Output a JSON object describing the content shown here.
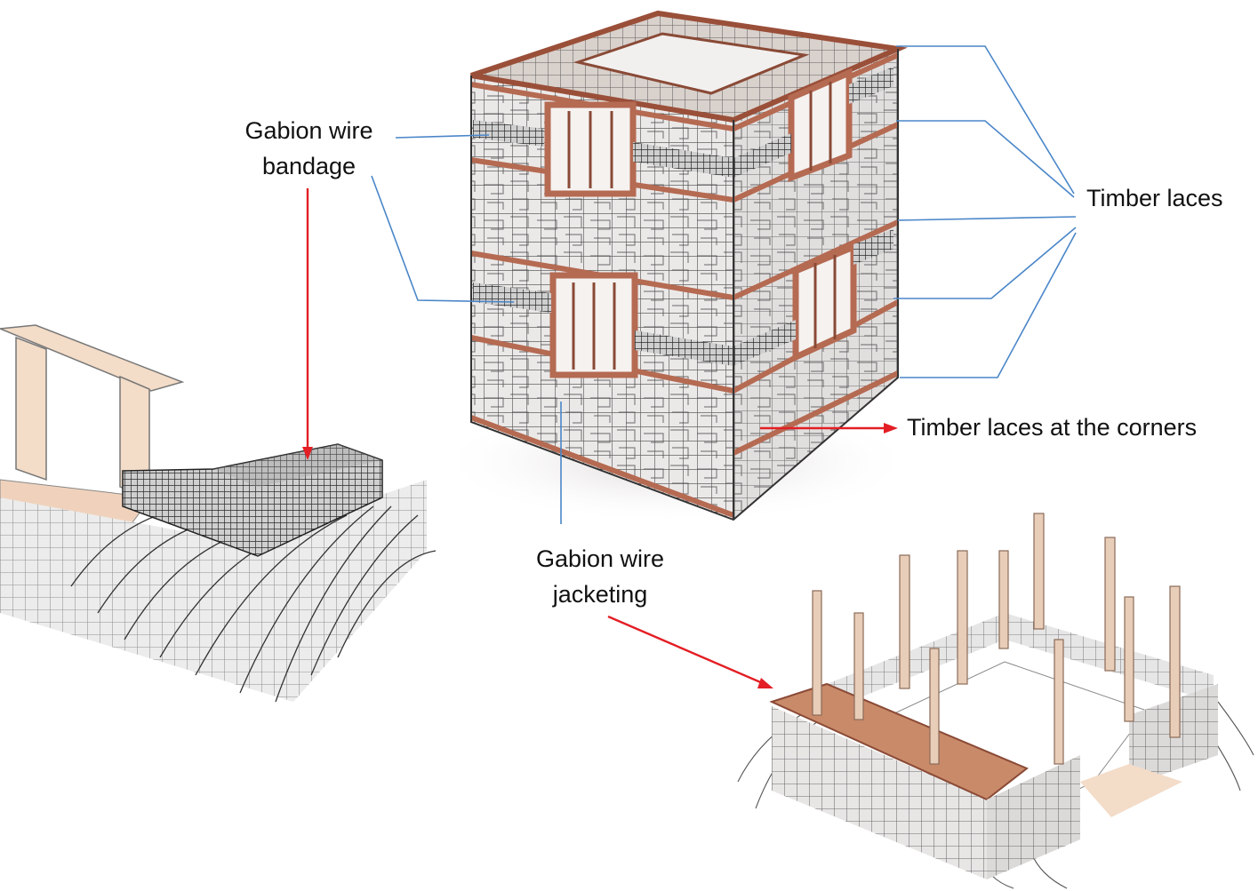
{
  "labels": {
    "bandage_line1": "Gabion wire",
    "bandage_line2": "bandage",
    "timber_laces": "Timber laces",
    "timber_laces_corners": "Timber laces at the corners",
    "jacketing_line1": "Gabion wire",
    "jacketing_line2": "jacketing"
  },
  "colors": {
    "leader_blue": "#4a86c8",
    "arrow_red": "#e31e24",
    "timber": "#b56a52",
    "timber_light": "#f2d5c0",
    "wall": "#e9e7e6",
    "mesh": "#3a3a3a"
  }
}
